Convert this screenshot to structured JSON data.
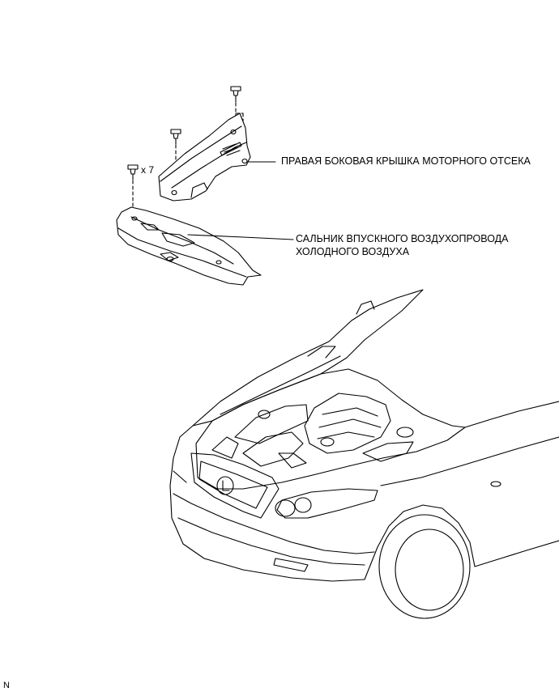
{
  "labels": {
    "right_cover": "ПРАВАЯ БОКОВАЯ КРЫШКА МОТОРНОГО ОТСЕКА",
    "seal_line1": "САЛЬНИК ВПУСКНОГО ВОЗДУХОПРОВОДА",
    "seal_line2": "ХОЛОДНОГО ВОЗДУХА",
    "quantity": "x 7",
    "corner_code": "N"
  }
}
